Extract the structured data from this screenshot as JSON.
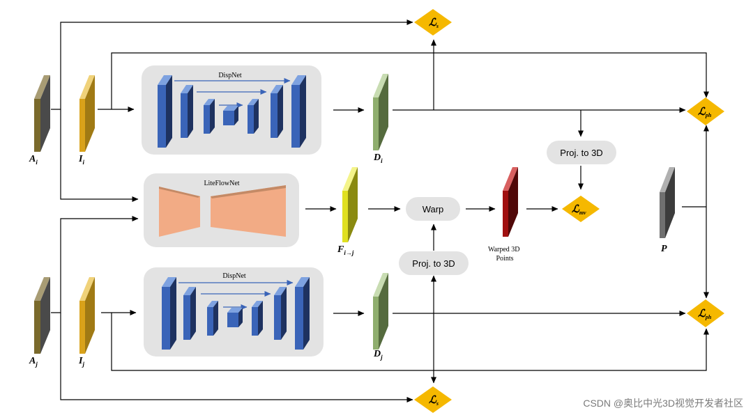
{
  "modules": {
    "dispnet_top": "DispNet",
    "dispnet_bottom": "DispNet",
    "liteflownet": "LiteFlowNet"
  },
  "ops": {
    "warp": "Warp",
    "proj_top": "Proj. to 3D",
    "proj_bottom": "Proj. to 3D"
  },
  "maps": {
    "Ai": {
      "base": "A",
      "sub": "i"
    },
    "Ii": {
      "base": "I",
      "sub": "i"
    },
    "Di": {
      "base": "D",
      "sub": "i"
    },
    "Aj": {
      "base": "A",
      "sub": "j"
    },
    "Ij": {
      "base": "I",
      "sub": "j"
    },
    "Dj": {
      "base": "D",
      "sub": "j"
    },
    "F": {
      "base": "F",
      "sub": "i→j"
    },
    "P": {
      "base": "P"
    }
  },
  "warped_label": [
    "Warped 3D",
    "Points"
  ],
  "losses": {
    "s_top": {
      "base": "ℒ",
      "sub": "s"
    },
    "ph_top": {
      "base": "ℒ",
      "sub": "ph"
    },
    "mv": {
      "base": "ℒ",
      "sub": "mv"
    },
    "ph_bottom": {
      "base": "ℒ",
      "sub": "ph"
    },
    "s_bottom": {
      "base": "ℒ",
      "sub": "s"
    }
  },
  "watermark": "CSDN @奥比中光3D视觉开发者社区",
  "colors": {
    "olive": "#7a6a2c",
    "gold": "#d9a21a",
    "green": "#8fae6e",
    "yellow": "#e0e020",
    "red": "#a01010",
    "gray": "#707070",
    "blue": "#3a64b8",
    "salmon": "#f2ab85",
    "loss": "#f5b800",
    "box": "#e3e3e3"
  }
}
